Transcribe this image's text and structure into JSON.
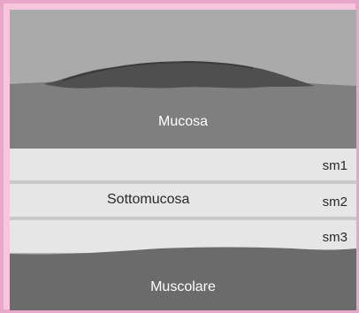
{
  "labels": {
    "mucosa": "Mucosa",
    "sottomucosa": "Sottomucosa",
    "sm1": "sm1",
    "sm2": "sm2",
    "sm3": "sm3",
    "muscolare": "Muscolare"
  },
  "colors": {
    "frame": "#f7c6dc",
    "top_band": "#a9a9a9",
    "mucosa": "#7f7f7f",
    "lesion": "#4f4f4f",
    "submucosa": "#e7e7e7",
    "submucosa_line": "#c9c9c9",
    "muscolare": "#6b6b6b"
  }
}
